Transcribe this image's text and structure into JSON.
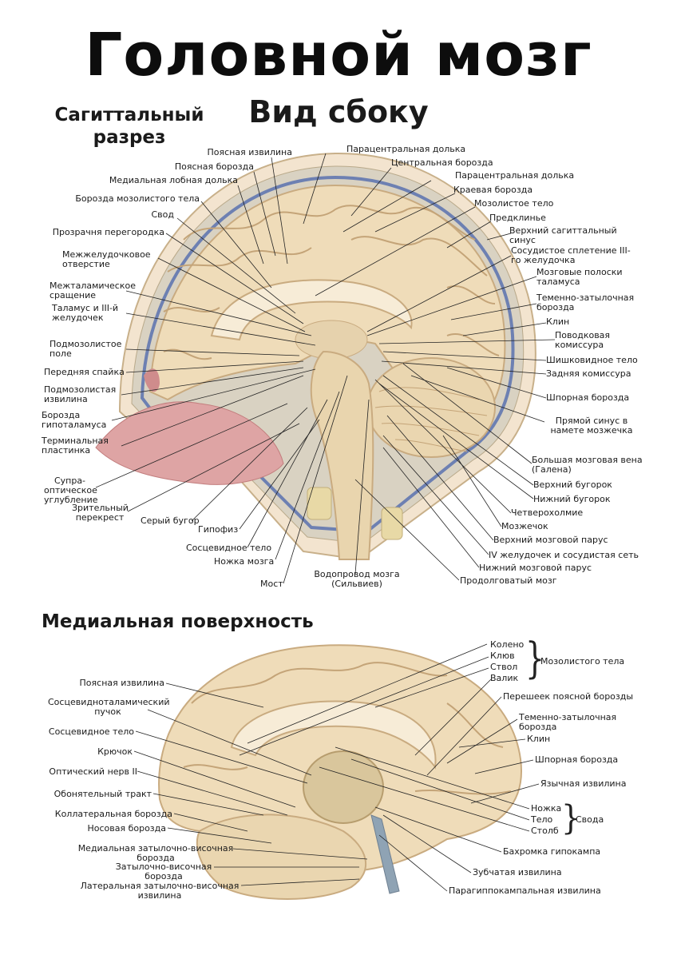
{
  "title": "Головной мозг",
  "subtitle": "Вид сбоку",
  "section_sagittal": "Сагиттальный разрез",
  "section_medial": "Медиальная поверхность",
  "colors": {
    "brain": "#efdcb9",
    "gyrus_edge": "#c9ab80",
    "vessel": "#7f8fb5",
    "mucosa": "#dea4a4",
    "bone": "#e8d9a6"
  },
  "sagittal": {
    "left_labels": [
      "Поясная извилина",
      "Поясная борозда",
      "Медиальная лобная долька",
      "Борозда мозолистого тела",
      "Свод",
      "Прозрачня перегородка",
      "Межжелудочковое отверстие",
      "Межталамическое сращение",
      "Таламус и III-й желудочек",
      "Подмозолистое поле",
      "Передняя спайка",
      "Подмозолистая извилина",
      "Борозда гипоталамуса",
      "Терминальная пластинка",
      "Супра- оптическое углубление",
      "Зрительный перекрест"
    ],
    "bottom_labels": [
      "Серый бугор",
      "Гипофиз",
      "Сосцевидное тело",
      "Ножка мозга",
      "Мост",
      "Водопровод мозга (Сильвиев)"
    ],
    "top_labels": [
      "Парацентральная долька",
      "Центральная борозда",
      "Парацентральная долька",
      "Краевая борозда",
      "Мозолистое тело"
    ],
    "right_labels": [
      "Предклинье",
      "Верхний сагиттальный синус",
      "Сосудистое сплетение III-го желудочка",
      "Мозговые полоски таламуса",
      "Теменно-затылочная борозда",
      "Клин",
      "Поводковая комиссура",
      "Шишковидное тело",
      "Задняя комиссура",
      "Шпорная борозда",
      "Прямой синус в намете мозжечка",
      "Большая мозговая вена (Галена)",
      "Верхний бугорок",
      "Нижний бугорок",
      "Четверохолмие",
      "Мозжечок",
      "Верхний мозговой парус",
      "IV желудочек и сосудистая сеть",
      "Нижний мозговой парус",
      "Продолговатый мозг"
    ]
  },
  "medial": {
    "left_labels": [
      "Поясная извилина",
      "Сосцевидноталамический пучок",
      "Сосцевидное тело",
      "Крючок",
      "Оптический нерв II",
      "Обонятельный тракт",
      "Коллатеральная борозда",
      "Носовая борозда",
      "Медиальная затылочно-височная борозда",
      "Затылочно-височная борозда",
      "Латеральная затылочно-височная извилина"
    ],
    "corpus_callosum_parts": [
      "Колено",
      "Клюв",
      "Ствол",
      "Валик"
    ],
    "corpus_callosum_group": "Мозолистого тела",
    "right_labels": [
      "Перешеек поясной борозды",
      "Теменно-затылочная борозда",
      "Клин",
      "Шпорная борозда",
      "Язычная извилина"
    ],
    "fornix_parts": [
      "Ножка",
      "Тело",
      "Столб"
    ],
    "fornix_group": "Свода",
    "right_lower_labels": [
      "Бахромка гипокампа",
      "Зубчатая извилина",
      "Парагиппокампальная извилина"
    ]
  }
}
